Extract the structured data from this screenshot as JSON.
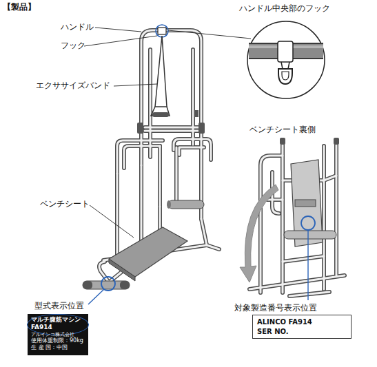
{
  "diagram": {
    "nodes": [
      {
        "text": [
          "マルチ腹筋マシン",
          "FA914",
          "アルインコ株式会社",
          "使用体重制限：90kg",
          "生 産 国：中国"
        ]
      },
      {
        "text": [
          "ALINCO FA914",
          "SER NO."
        ]
      }
    ],
    "labels": [
      "【製品】",
      "ハンドル",
      "フック",
      "エクササイズバンド",
      "ベンチシート",
      "ハンドル中央部のフック",
      "ベンチシート裏側",
      "型式表示位置",
      "対象製造番号表示位置"
    ]
  }
}
